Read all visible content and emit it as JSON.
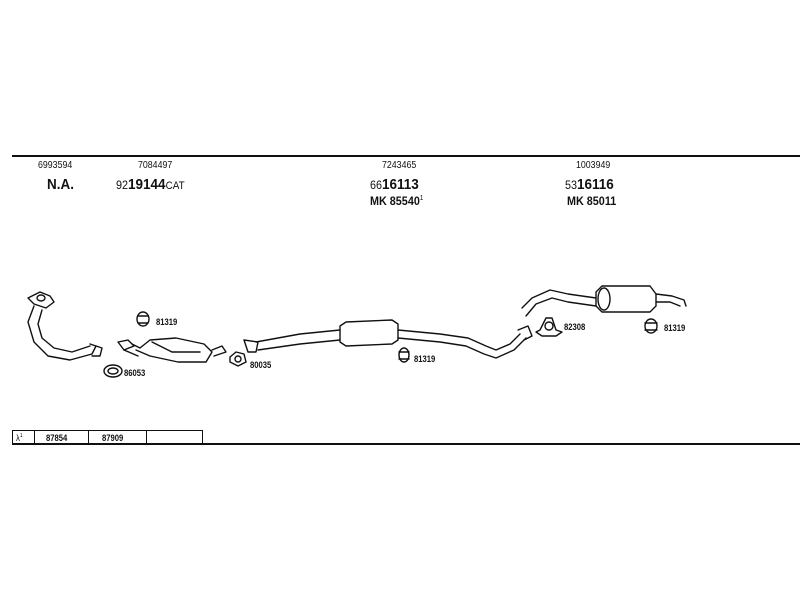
{
  "header": {
    "col1": {
      "ref": "6993594",
      "label": "N.A."
    },
    "col2": {
      "ref": "7084497",
      "prefix": "92",
      "main": "19144",
      "suffix": "CAT"
    },
    "col3": {
      "ref": "7243465",
      "prefix": "66",
      "main": "16113",
      "mk": "MK  85540",
      "mk_sup": "1"
    },
    "col4": {
      "ref": "1003949",
      "prefix": "53",
      "main": "16116",
      "mk": "MK  85011"
    }
  },
  "parts": {
    "ring_front": "86053",
    "clamp_cat": "81319",
    "gasket": "80035",
    "clamp_mid": "81319",
    "mount_rear": "82308",
    "clamp_rear": "81319"
  },
  "footer": {
    "symbol": "λ",
    "symbol_sup": "1",
    "cell1": "87854",
    "cell2": "87909"
  }
}
